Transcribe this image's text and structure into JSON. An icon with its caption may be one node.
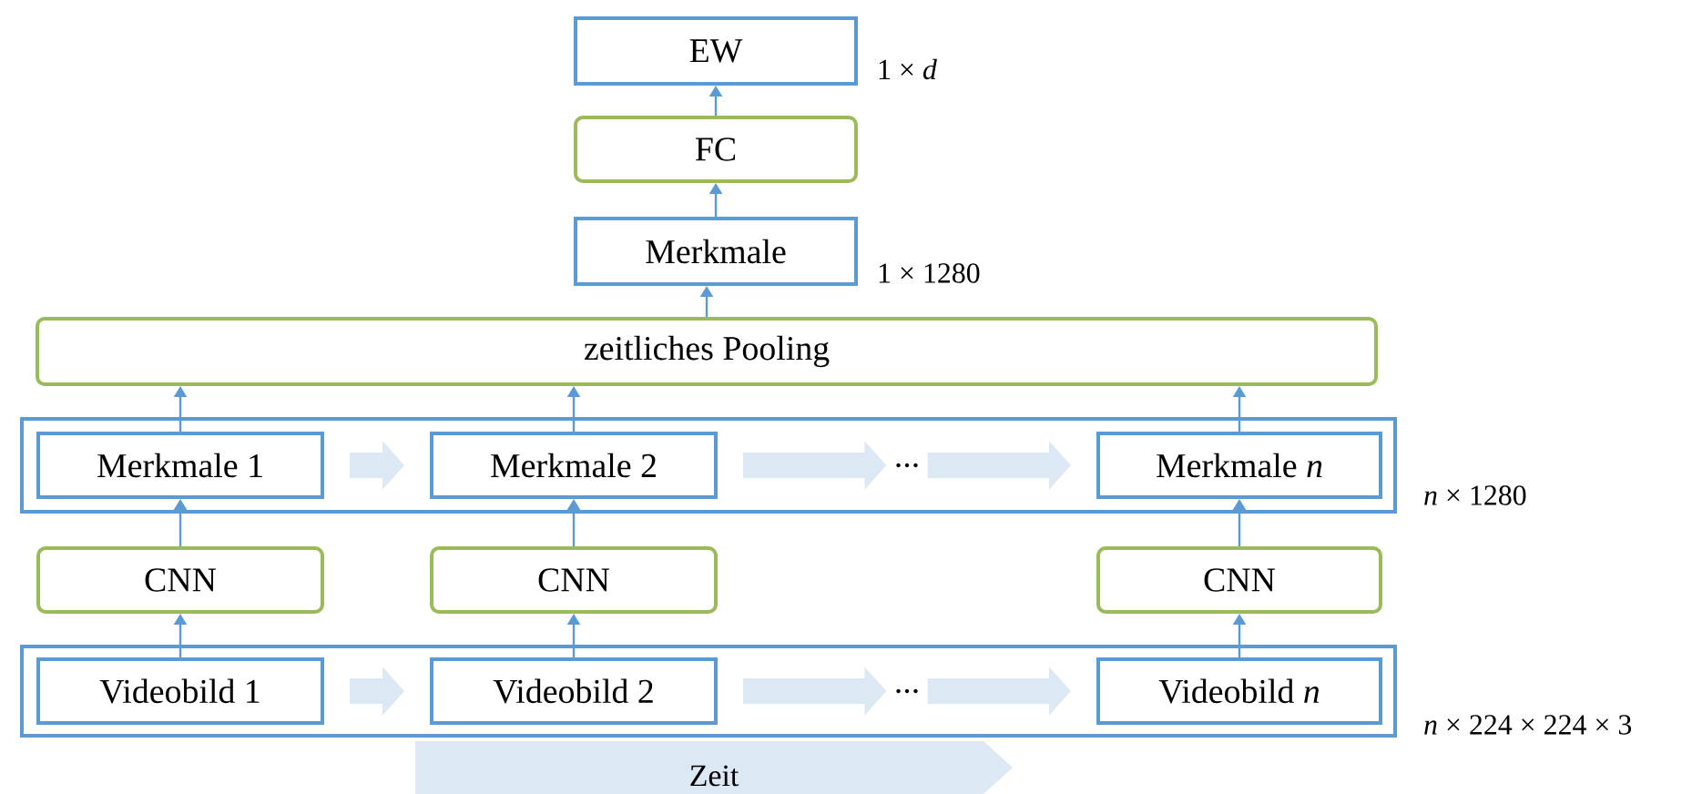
{
  "diagram": {
    "nodes": [
      {
        "text": [
          "EW"
        ],
        "beside": [
          "1 × *d*"
        ]
      },
      {
        "text": [
          "FC"
        ]
      },
      {
        "text": [
          "Merkmale"
        ],
        "beside": [
          "1 × 1280"
        ]
      },
      {
        "text": [
          "zeitliches Pooling"
        ]
      },
      {
        "text": [],
        "shape": "box",
        "beside": [
          "*n* × 1280"
        ]
      },
      {
        "text": [
          "Merkmale 1"
        ],
        "in": 4
      },
      {
        "text": [
          "Merkmale 2"
        ],
        "in": 4
      },
      {
        "text": [
          "..."
        ],
        "in": 4
      },
      {
        "text": [
          "Merkmale *n*"
        ],
        "in": 4
      },
      {
        "text": [
          "CNN"
        ]
      },
      {
        "text": [
          "CNN"
        ]
      },
      {
        "text": [
          "CNN"
        ]
      },
      {
        "text": [],
        "shape": "box",
        "beside": [
          "*n* × 224 × 224 × 3"
        ]
      },
      {
        "text": [
          "Videobild 1"
        ],
        "in": 12
      },
      {
        "text": [
          "Videobild 2"
        ],
        "in": 12
      },
      {
        "text": [
          "..."
        ],
        "in": 12
      },
      {
        "text": [
          "Videobild *n*"
        ],
        "in": 12
      }
    ],
    "edges": [
      {
        "from": 1,
        "to": 0,
        "arrow": "to"
      },
      {
        "from": 2,
        "to": 1,
        "arrow": "to"
      },
      {
        "from": 3,
        "to": 2,
        "arrow": "to"
      },
      {
        "from": 5,
        "to": 3,
        "arrow": "to"
      },
      {
        "from": 6,
        "to": 3,
        "arrow": "to"
      },
      {
        "from": 8,
        "to": 3,
        "arrow": "to"
      },
      {
        "from": 9,
        "to": 5,
        "arrow": "to"
      },
      {
        "from": 10,
        "to": 6,
        "arrow": "to"
      },
      {
        "from": 11,
        "to": 8,
        "arrow": "to"
      },
      {
        "from": 13,
        "to": 9,
        "arrow": "to"
      },
      {
        "from": 14,
        "to": 10,
        "arrow": "to"
      },
      {
        "from": 16,
        "to": 11,
        "arrow": "to"
      },
      {
        "from": 5,
        "to": 6,
        "arrow": "to",
        "style": "thick",
        "color": "#dde8f5"
      },
      {
        "from": 6,
        "to": 7,
        "arrow": "to",
        "style": "thick",
        "color": "#dde8f5"
      },
      {
        "from": 7,
        "to": 8,
        "arrow": "to",
        "style": "thick",
        "color": "#dde8f5"
      },
      {
        "from": 13,
        "to": 14,
        "arrow": "to",
        "style": "thick",
        "color": "#dde8f5"
      },
      {
        "from": 14,
        "to": 15,
        "arrow": "to",
        "style": "thick",
        "color": "#dde8f5"
      },
      {
        "from": 15,
        "to": 16,
        "arrow": "to",
        "style": "thick",
        "color": "#dde8f5"
      }
    ],
    "labels": [
      "Zeit"
    ]
  }
}
